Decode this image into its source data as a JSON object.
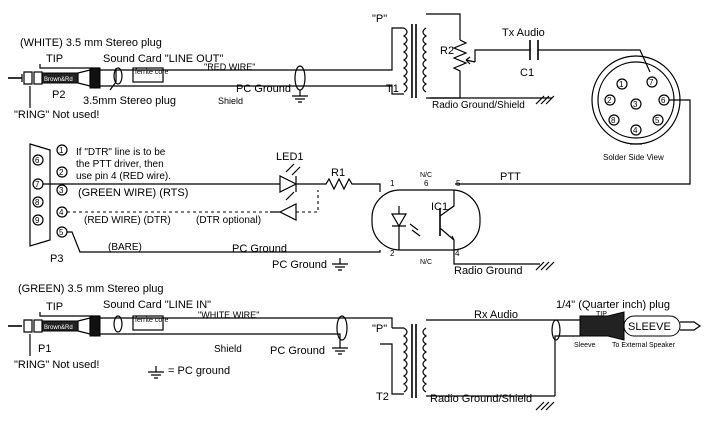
{
  "top_section": {
    "plug_label": "(WHITE) 3.5 mm Stereo plug",
    "tip": "TIP",
    "sound_card": "Sound Card \"LINE OUT\"",
    "ferrite": "ferrite core",
    "red_wire": "\"RED WIRE\"",
    "p2": "P2",
    "plug2": "3.5mm Stereo plug",
    "ring_not_used": "\"RING\" Not used!",
    "shield": "Shield",
    "pc_ground": "PC Ground",
    "t1": "T1",
    "p_label": "\"P\"",
    "r2": "R2",
    "tx_audio": "Tx Audio",
    "c1": "C1",
    "radio_ground_shield": "Radio Ground/Shield",
    "solder_side_view": "Solder Side View",
    "din_pins": [
      "1",
      "2",
      "3",
      "4",
      "5",
      "6",
      "7",
      "8"
    ]
  },
  "mid_section": {
    "dtr_note_1": "If \"DTR\" line is to be",
    "dtr_note_2": "the PTT driver, then",
    "dtr_note_3": "use pin 4 (RED wire).",
    "green_wire": "(GREEN WIRE) (RTS)",
    "red_wire_dtr": "(RED WIRE) (DTR)",
    "dtr_optional": "(DTR optional)",
    "bare": "(BARE)",
    "pc_ground": "PC Ground",
    "pc_ground2": "PC Ground",
    "p3": "P3",
    "led1": "LED1",
    "r1": "R1",
    "ic1": "IC1",
    "ptt": "PTT",
    "radio_ground": "Radio Ground",
    "nc": "N/C",
    "db9_pins": [
      "6",
      "7",
      "8",
      "9",
      "1",
      "2",
      "3",
      "4",
      "5"
    ],
    "ic_pins": [
      "1",
      "2",
      "4",
      "5",
      "6"
    ]
  },
  "bottom_section": {
    "plug_label": "(GREEN) 3.5 mm Stereo plug",
    "tip": "TIP",
    "sound_card": "Sound Card \"LINE IN\"",
    "ferrite": "ferrite core",
    "white_wire": "\"WHITE WIRE\"",
    "p1": "P1",
    "ring_not_used": "\"RING\" Not used!",
    "shield": "Shield",
    "pc_ground": "PC Ground",
    "pc_ground_legend": "= PC ground",
    "p_label": "\"P\"",
    "t2": "T2",
    "rx_audio": "Rx Audio",
    "radio_ground_shield": "Radio Ground/Shield",
    "quarter_plug": "1/4\" (Quarter inch) plug",
    "sleeve_big": "SLEEVE",
    "tip_small": "TIP",
    "sleeve_small": "Sleeve",
    "to_speaker": "To External Speaker"
  }
}
